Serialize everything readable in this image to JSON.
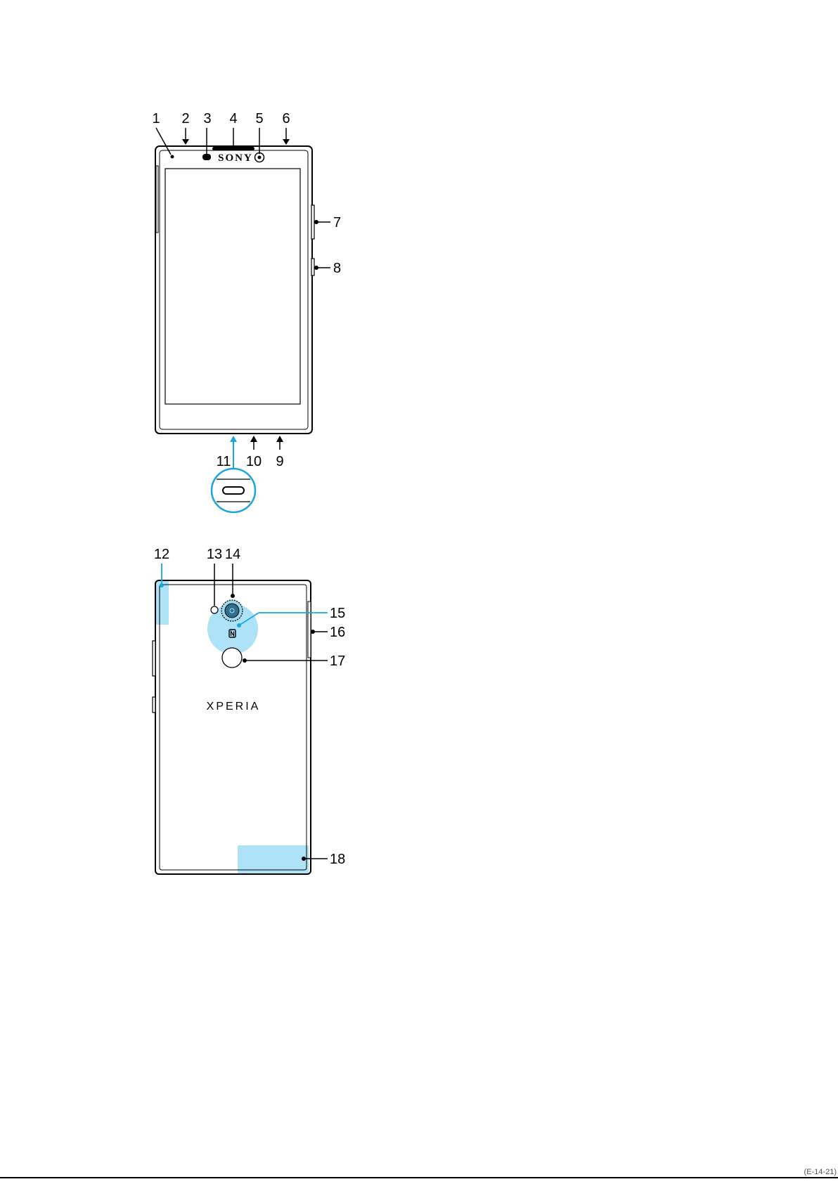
{
  "brand_front": "SONY",
  "brand_back": "XPERIA",
  "footer_code": "(E-14-21)",
  "callouts": [
    "1",
    "2",
    "3",
    "4",
    "5",
    "6",
    "7",
    "8",
    "9",
    "10",
    "11",
    "12",
    "13",
    "14",
    "15",
    "16",
    "17",
    "18"
  ],
  "colors": {
    "highlight": "#aee2f7",
    "highlight_line": "#1aa7e0",
    "outline": "#000000"
  }
}
